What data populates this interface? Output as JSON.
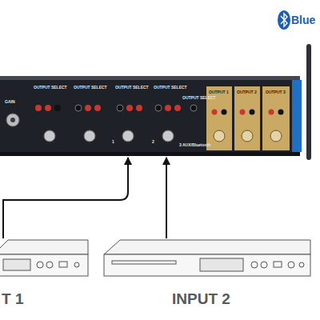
{
  "diagram": {
    "nodes": [
      {
        "text": [
          "GAIN",
          "OUTPUT SELECT",
          "OUTPUT SELECT",
          "OUTPUT SELECT",
          "OUTPUT SELECT",
          "OUTPUT SELECT",
          "1",
          "2",
          "3 AUX/Bluetooth",
          "OUTPUT 1",
          "OUTPUT 2",
          "OUTPUT 3"
        ]
      },
      {
        "text": [
          "T 1"
        ]
      },
      {
        "text": [
          "INPUT 2"
        ]
      }
    ],
    "edges": [
      {
        "from": 1,
        "to": 0,
        "arrow": "to"
      },
      {
        "from": 2,
        "to": 0,
        "arrow": "to"
      }
    ],
    "labels": [
      "Blue"
    ]
  }
}
